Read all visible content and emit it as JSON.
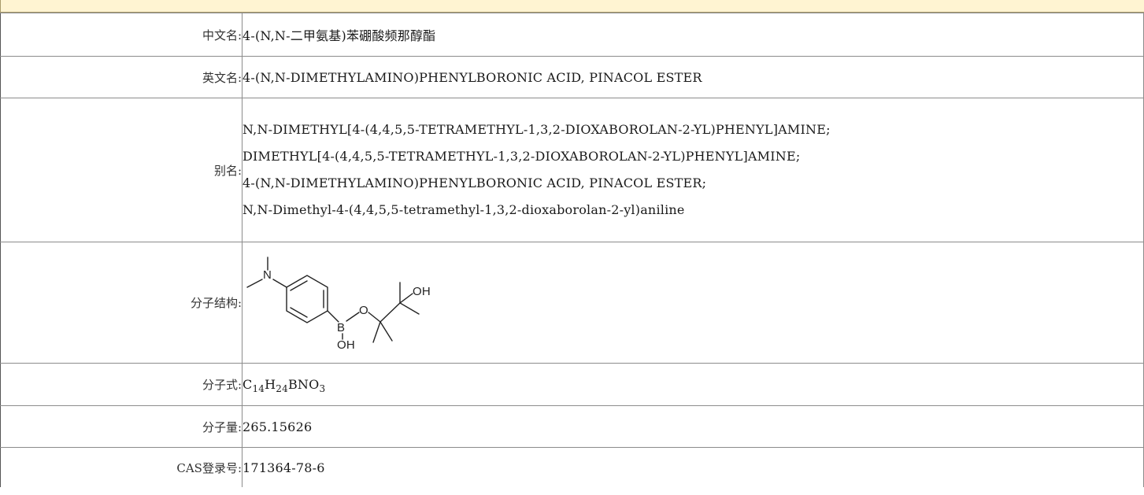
{
  "rows": {
    "chinese_name": {
      "label": "中文名:",
      "value": "4-(N,N-二甲氨基)苯硼酸频那醇酯"
    },
    "english_name": {
      "label": "英文名:",
      "value": "4-(N,N-DIMETHYLAMINO)PHENYLBORONIC ACID, PINACOL ESTER"
    },
    "aliases": {
      "label": "别名:",
      "items": [
        "N,N-DIMETHYL[4-(4,4,5,5-TETRAMETHYL-1,3,2-DIOXABOROLAN-2-YL)PHENYL]AMINE;",
        "DIMETHYL[4-(4,4,5,5-TETRAMETHYL-1,3,2-DIOXABOROLAN-2-YL)PHENYL]AMINE;",
        "4-(N,N-DIMETHYLAMINO)PHENYLBORONIC ACID, PINACOL ESTER;",
        "N,N-Dimethyl-4-(4,4,5,5-tetramethyl-1,3,2-dioxaborolan-2-yl)aniline"
      ]
    },
    "structure": {
      "label": "分子结构:",
      "atoms": {
        "n": "N",
        "b": "B",
        "o": "O",
        "oh_boron": "OH",
        "oh_right": "OH"
      }
    },
    "formula": {
      "label": "分子式:",
      "parts": [
        {
          "text": "C",
          "sub": "14"
        },
        {
          "text": "H",
          "sub": "24"
        },
        {
          "text": "BNO",
          "sub": "3"
        }
      ]
    },
    "molecular_weight": {
      "label": "分子量:",
      "value": "265.15626"
    },
    "cas": {
      "label": "CAS登录号:",
      "value": "171364-78-6"
    }
  }
}
